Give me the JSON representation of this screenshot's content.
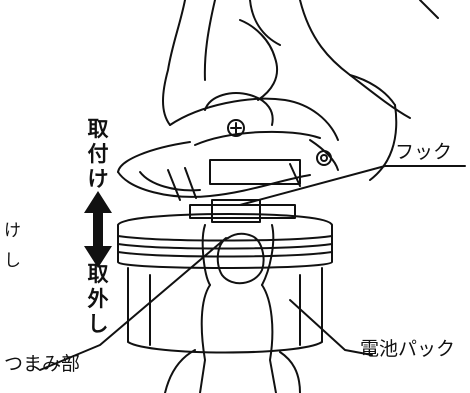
{
  "direction": {
    "attach_label": "取付け",
    "detach_label": "取外し"
  },
  "callouts": {
    "hook": "フック",
    "knob": "つまみ部",
    "battery_pack": "電池パック"
  },
  "edge_fragments": {
    "top": "け",
    "bottom": "し"
  },
  "colors": {
    "line": "#111111",
    "background": "#ffffff"
  }
}
